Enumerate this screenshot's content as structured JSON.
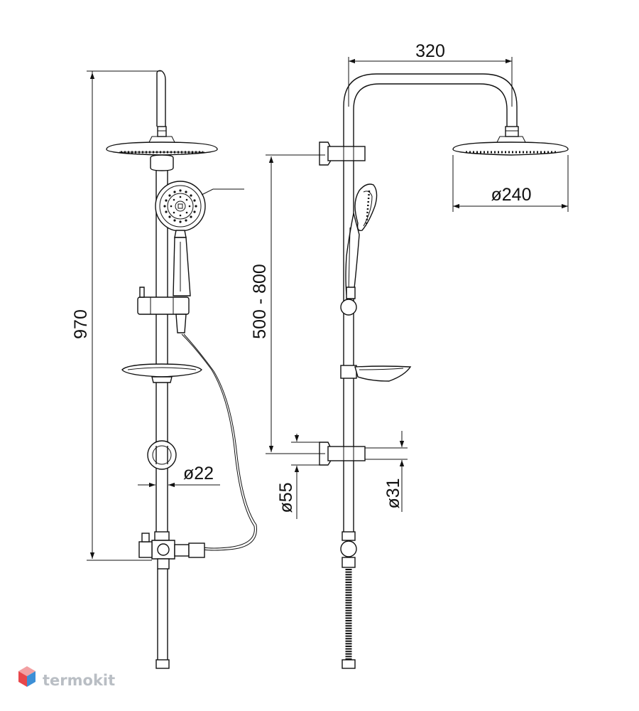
{
  "dimensions": {
    "total_height": "970",
    "arm_length": "320",
    "head_diameter": "ø240",
    "adjust_range": "500 - 800",
    "pipe_diameter": "ø22",
    "flange_diameter": "ø55",
    "bar_diameter": "ø31"
  },
  "logo": {
    "text": "termokit",
    "colors": [
      "#e8474b",
      "#3d8fd6",
      "#f2a0a2",
      "#9cc8ef"
    ]
  },
  "colors": {
    "line": "#111111",
    "background": "#ffffff"
  }
}
